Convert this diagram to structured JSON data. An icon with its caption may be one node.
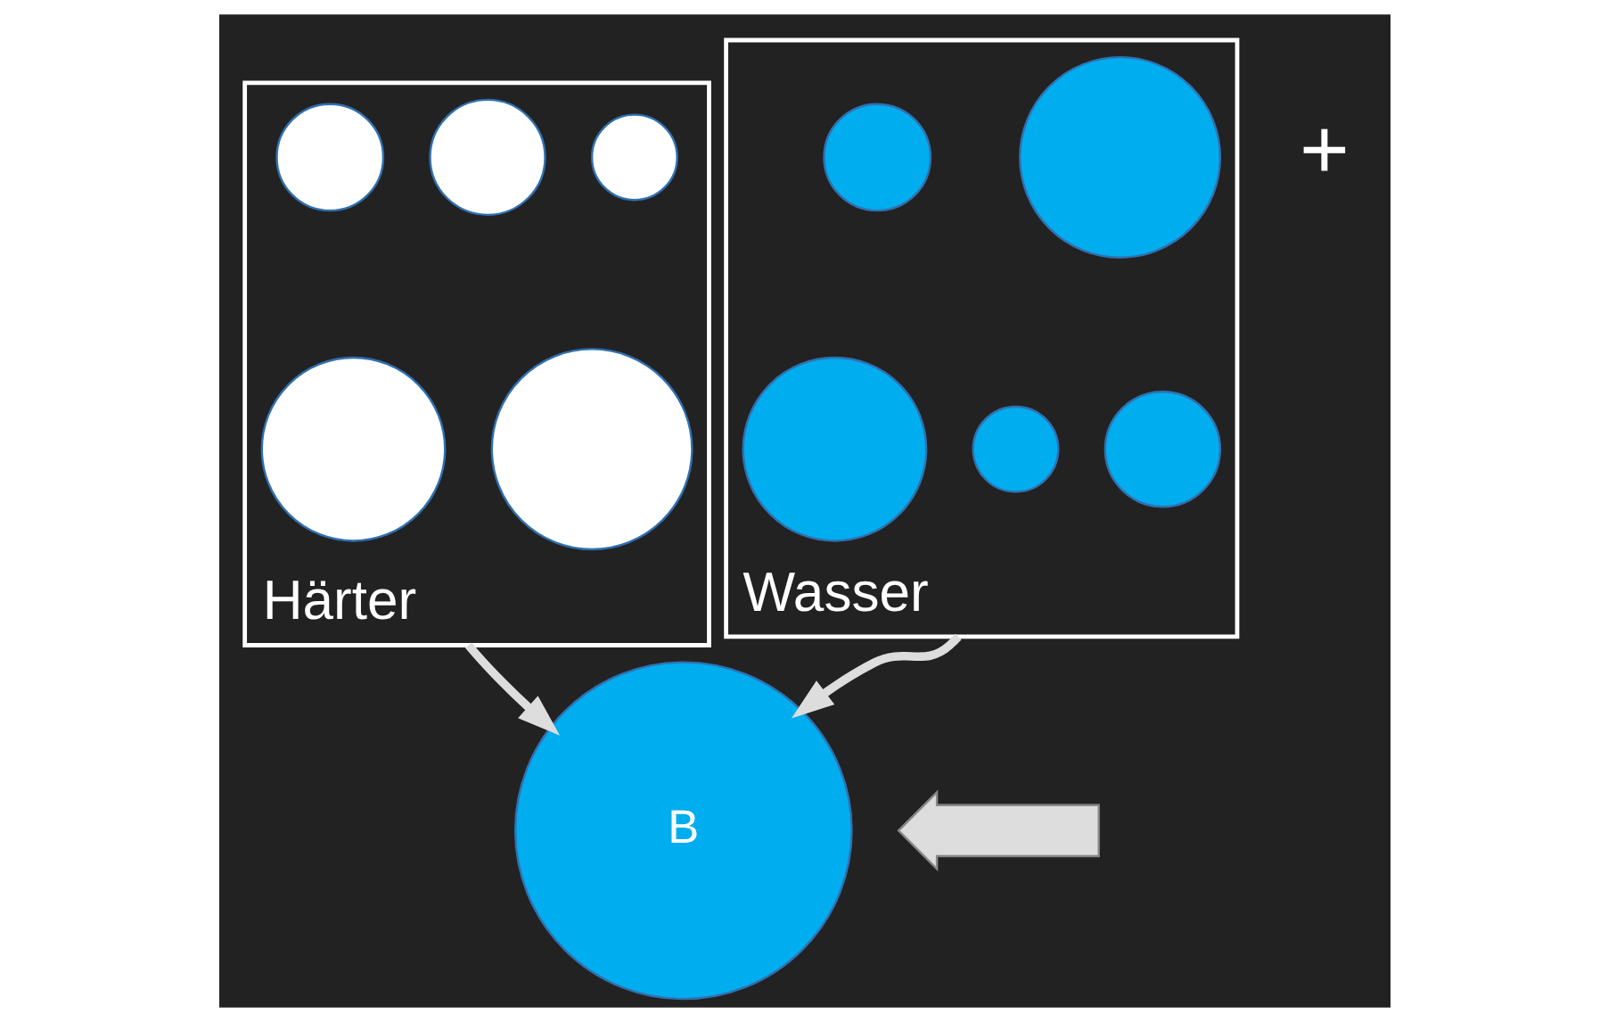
{
  "diagram": {
    "nodes": [
      {
        "text": [
          "Härter"
        ]
      },
      {
        "text": [],
        "shape": "circle",
        "in": 0
      },
      {
        "text": [],
        "shape": "circle",
        "in": 0
      },
      {
        "text": [],
        "shape": "circle",
        "in": 0
      },
      {
        "text": [],
        "shape": "circle",
        "in": 0
      },
      {
        "text": [],
        "shape": "circle",
        "in": 0
      },
      {
        "text": [
          "Wasser"
        ]
      },
      {
        "text": [],
        "shape": "circle",
        "in": 6
      },
      {
        "text": [],
        "shape": "circle",
        "in": 6
      },
      {
        "text": [],
        "shape": "circle",
        "in": 6
      },
      {
        "text": [],
        "shape": "circle",
        "in": 6
      },
      {
        "text": [],
        "shape": "circle",
        "in": 6
      },
      {
        "text": [
          "B"
        ]
      },
      {
        "text": [],
        "shape": "arrow"
      }
    ],
    "edges": [
      {
        "from": 0,
        "to": 12,
        "arrow": "to"
      },
      {
        "from": 6,
        "to": 12,
        "arrow": "to"
      }
    ],
    "labels": [
      "+"
    ]
  }
}
